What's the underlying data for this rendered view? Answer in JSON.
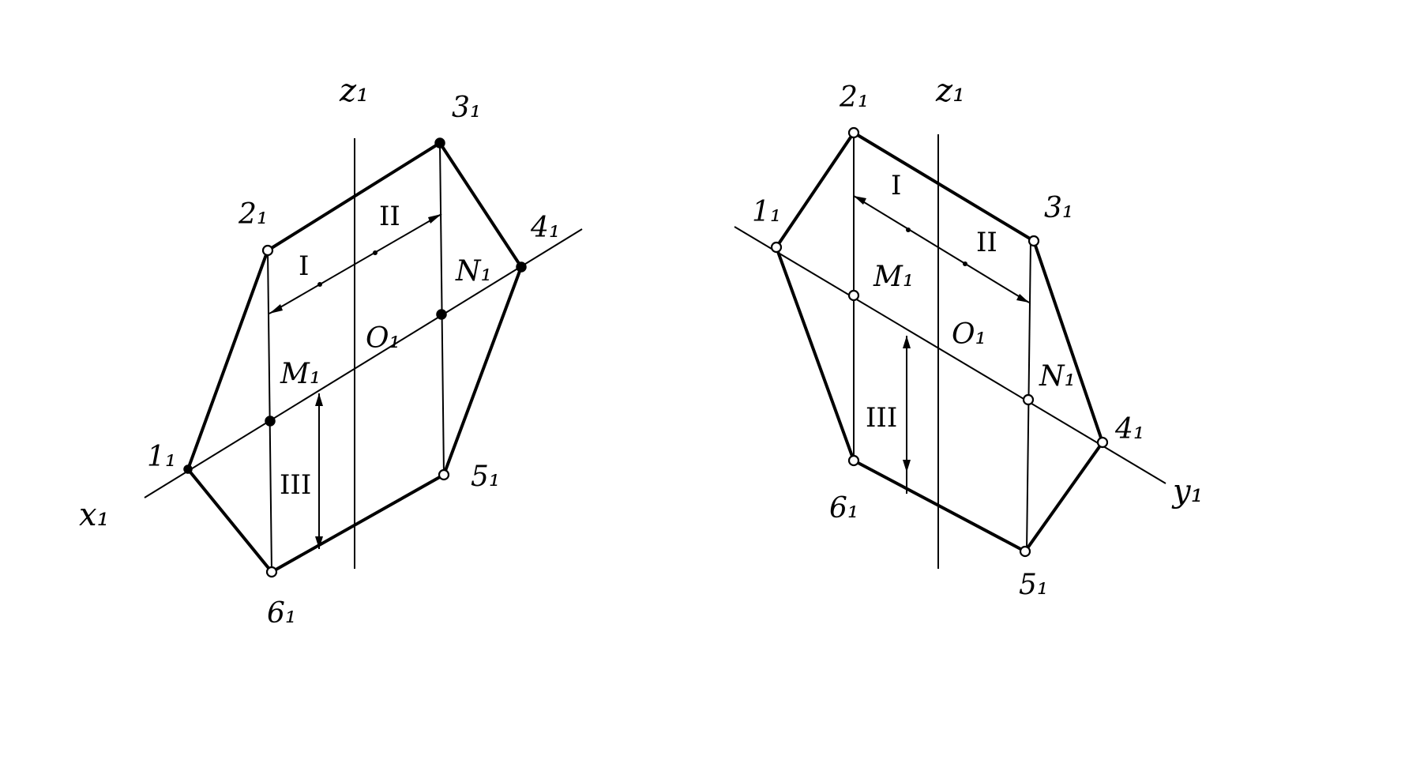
{
  "diagrams": [
    {
      "id": "left",
      "axes": {
        "horizontal": "x₁",
        "vertical": "z₁"
      },
      "vertices": [
        "1₁",
        "2₁",
        "3₁",
        "4₁",
        "5₁",
        "6₁"
      ],
      "points": {
        "m": "M₁",
        "n": "N₁",
        "o": "O₁"
      },
      "marks": {
        "first": "I",
        "second": "II",
        "third": "III"
      }
    },
    {
      "id": "right",
      "axes": {
        "horizontal": "y₁",
        "vertical": "z₁"
      },
      "vertices": [
        "1₁",
        "2₁",
        "3₁",
        "4₁",
        "5₁",
        "6₁"
      ],
      "points": {
        "m": "M₁",
        "n": "N₁",
        "o": "O₁"
      },
      "marks": {
        "first": "I",
        "second": "II",
        "third": "III"
      }
    }
  ]
}
